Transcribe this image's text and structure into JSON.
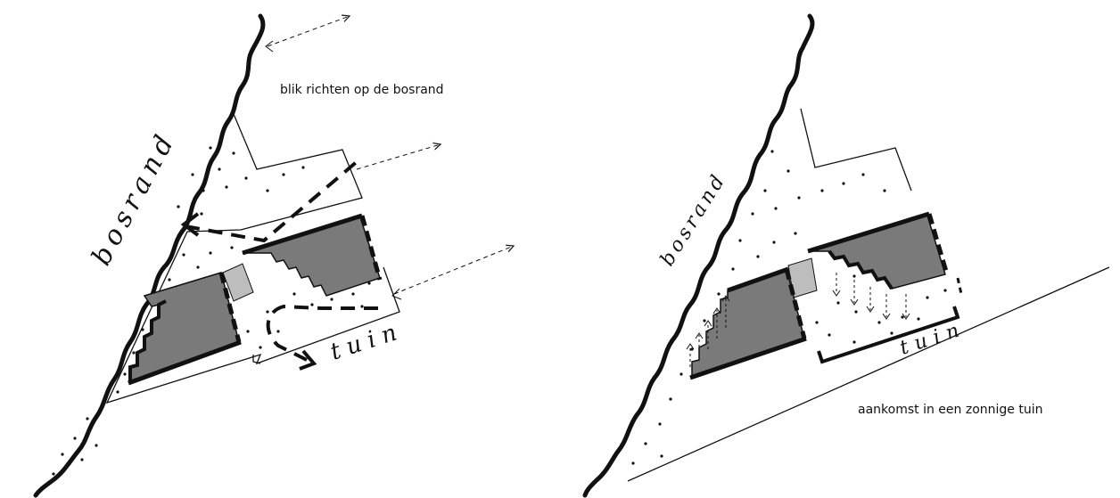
{
  "left_sketch": {
    "edge_label": "bosrand",
    "garden_label": "tuin",
    "caption": "blik richten op de bosrand"
  },
  "right_sketch": {
    "edge_label": "bosrand",
    "garden_label": "tuin",
    "caption": "aankomst in een zonnige tuin"
  },
  "colors": {
    "ink": "#111111",
    "building": "#7a7a7a",
    "connector": "#bdbdbd",
    "paper": "#ffffff"
  }
}
